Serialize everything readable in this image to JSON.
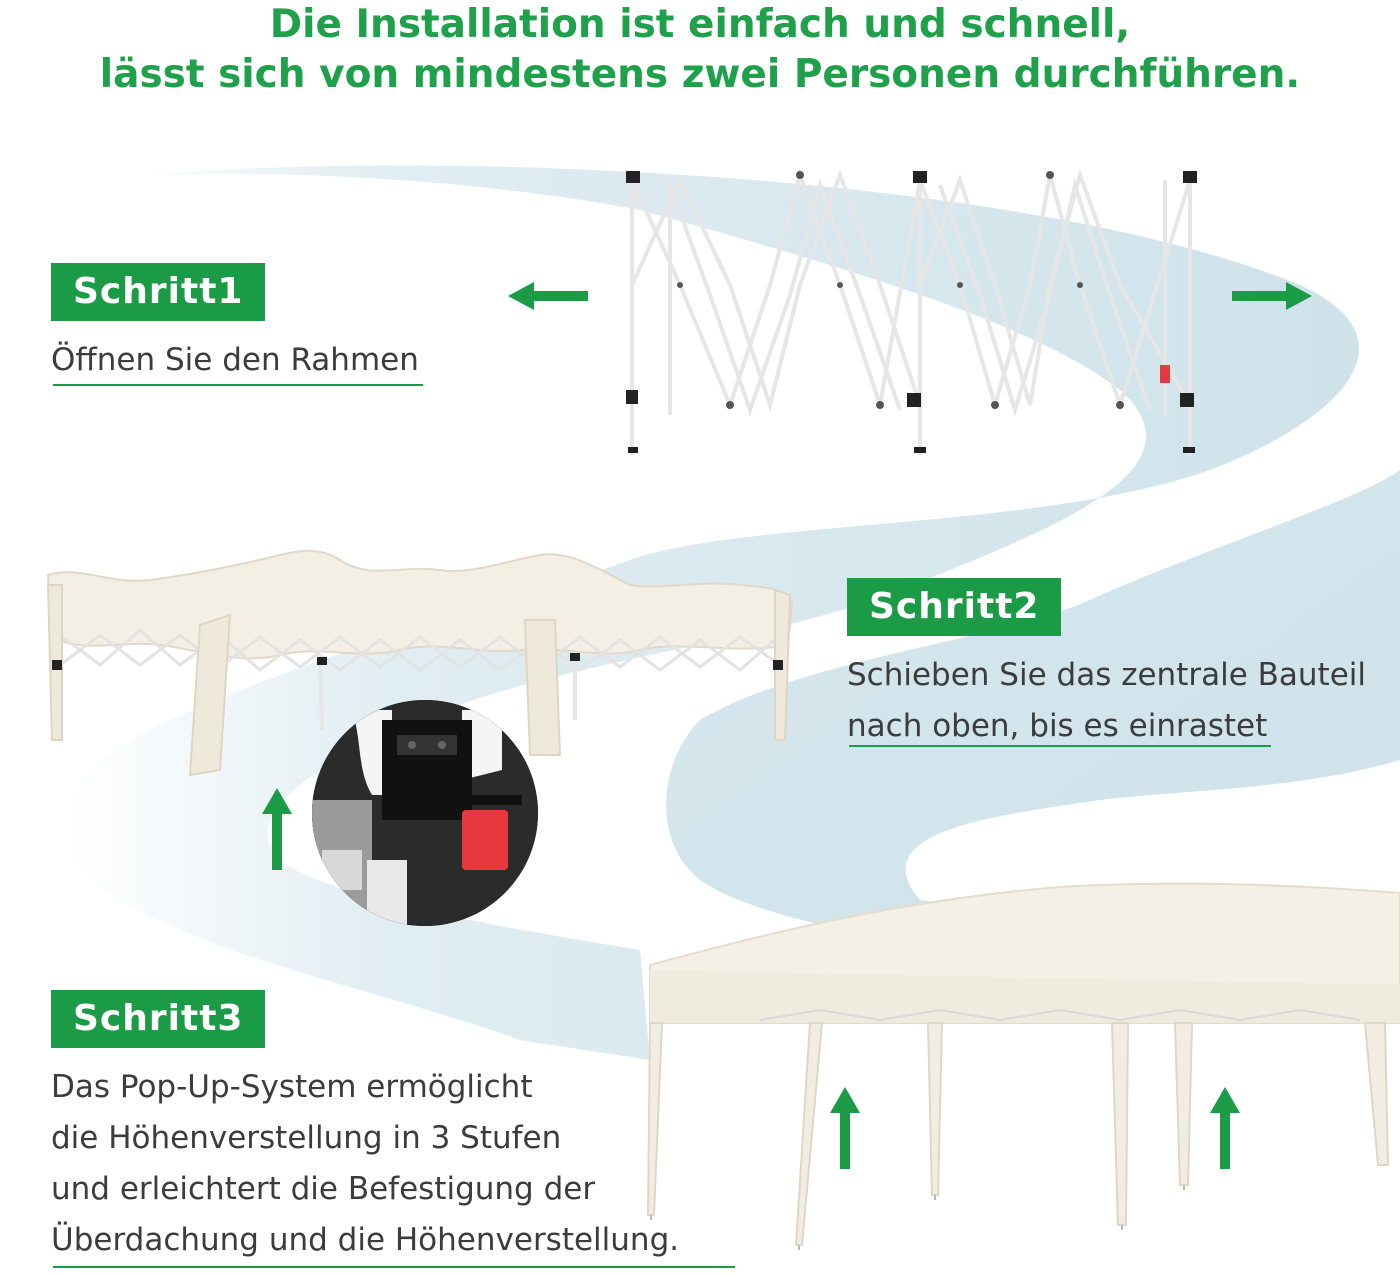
{
  "title": {
    "line1": "Die Installation ist einfach und schnell,",
    "line2": "lässt sich von mindestens zwei Personen durchführen."
  },
  "steps": [
    {
      "badge": "Schritt1",
      "lines": [
        "Öffnen Sie den Rahmen"
      ]
    },
    {
      "badge": "Schritt2",
      "lines": [
        "Schieben Sie das zentrale Bauteil",
        "nach oben, bis es einrastet"
      ]
    },
    {
      "badge": "Schritt3",
      "lines": [
        "Das Pop-Up-System ermöglicht",
        "die Höhenverstellung in 3 Stufen",
        "und erleichtert die Befestigung der",
        "Überdachung und die Höhenverstellung."
      ]
    }
  ],
  "colors": {
    "accent": "#1b9b45",
    "headline": "#1fa04a",
    "path": "#cfe3ea",
    "canopy": "#f5f1e8",
    "frame": "#e9e9e9",
    "button": "#e8383f"
  },
  "icons": [
    "arrow-left-icon",
    "arrow-right-icon",
    "arrow-up-icon"
  ]
}
